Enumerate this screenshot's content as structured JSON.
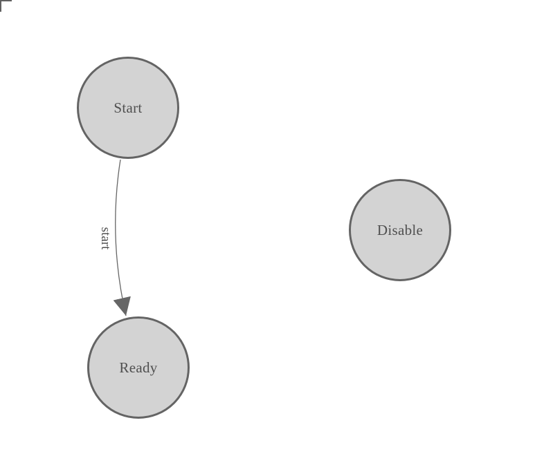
{
  "diagram": {
    "background_color": "#ffffff",
    "node_fill_color": "#d3d3d3",
    "node_border_color": "#646464",
    "text_color": "#4f4f4f",
    "edge_color": "#666666",
    "nodes": [
      {
        "id": "start",
        "label": "Start"
      },
      {
        "id": "ready",
        "label": "Ready"
      },
      {
        "id": "disable",
        "label": "Disable"
      }
    ],
    "edges": [
      {
        "from": "start",
        "to": "ready",
        "label": "start"
      }
    ]
  }
}
